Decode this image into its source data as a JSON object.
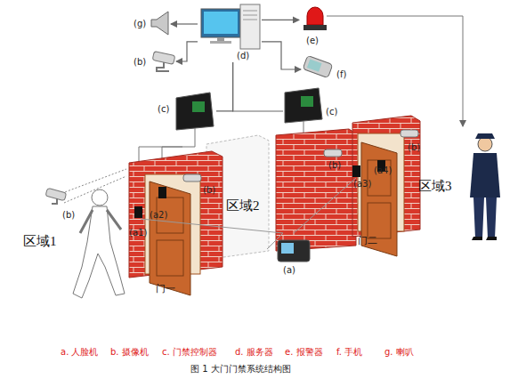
{
  "diagram": {
    "caption": "图 1 大门门禁系统结构图",
    "nodes": [
      {
        "text": [
          "(d)"
        ]
      },
      {
        "text": [
          "(g)"
        ]
      },
      {
        "text": [
          "(b)"
        ]
      },
      {
        "text": [
          "(e)"
        ]
      },
      {
        "text": [
          "(f)"
        ]
      },
      {
        "text": [
          "(c)"
        ]
      },
      {
        "text": [
          "(c)"
        ]
      }
    ],
    "edges": [
      {
        "from": 0,
        "to": 1,
        "arrow": "to"
      },
      {
        "from": 0,
        "to": 2,
        "arrow": "to"
      },
      {
        "from": 0,
        "to": 3,
        "arrow": "to"
      },
      {
        "from": 0,
        "to": 4,
        "arrow": "to"
      },
      {
        "from": 5,
        "to": 0,
        "arrow": "none"
      },
      {
        "from": 6,
        "to": 0,
        "arrow": "none"
      }
    ],
    "labels": [
      "(b)",
      "区域1",
      "(a1)",
      "(a2)",
      "(b)",
      "区域2",
      "(b)",
      "(a3)",
      "(a4)",
      "(b)",
      "区域3",
      "门一",
      "门二",
      "(a)",
      "a. 人脸机",
      "b. 摄像机",
      "c. 门禁控制器",
      "d. 服务器",
      "e. 报警器",
      "f. 手机",
      "g. 喇叭"
    ]
  }
}
